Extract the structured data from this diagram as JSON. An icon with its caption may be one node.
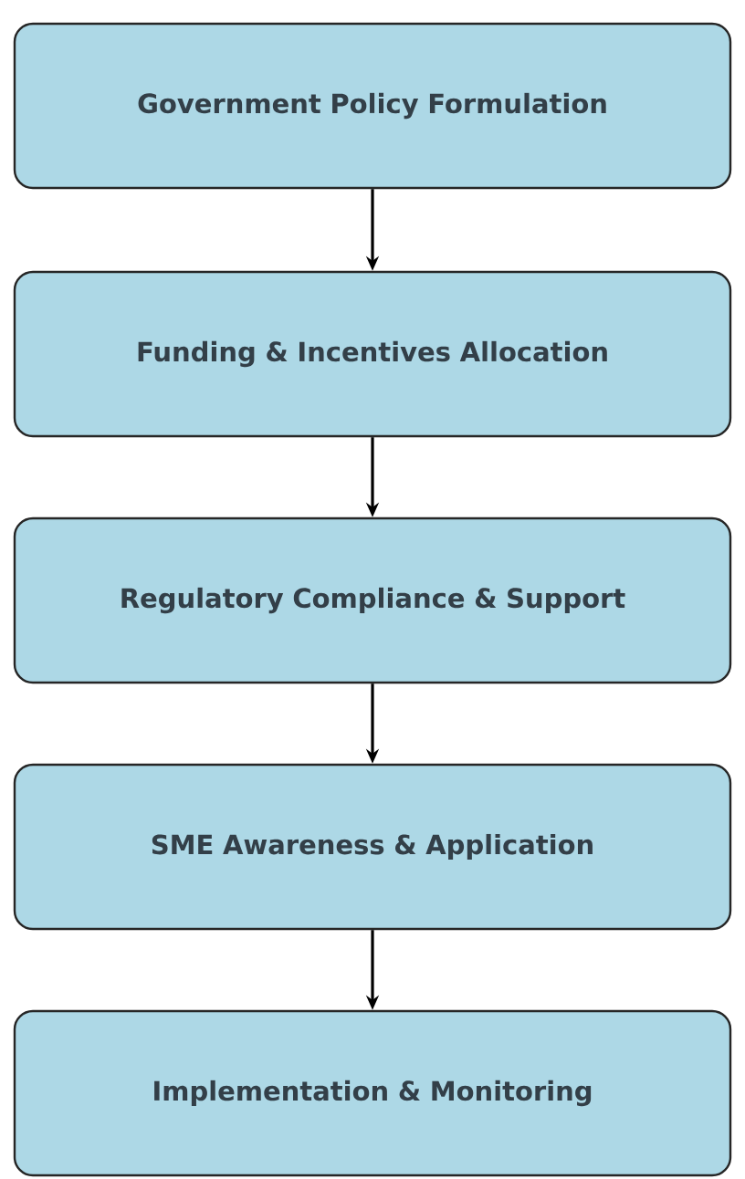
{
  "diagram": {
    "nodes": [
      {
        "text": [
          "Government Policy Formulation"
        ]
      },
      {
        "text": [
          "Funding & Incentives Allocation"
        ]
      },
      {
        "text": [
          "Regulatory Compliance & Support"
        ]
      },
      {
        "text": [
          "SME Awareness & Application"
        ]
      },
      {
        "text": [
          "Implementation & Monitoring"
        ]
      }
    ],
    "edges": [
      {
        "from": 0,
        "to": 1,
        "arrow": "to"
      },
      {
        "from": 1,
        "to": 2,
        "arrow": "to"
      },
      {
        "from": 2,
        "to": 3,
        "arrow": "to"
      },
      {
        "from": 3,
        "to": 4,
        "arrow": "to"
      }
    ]
  }
}
